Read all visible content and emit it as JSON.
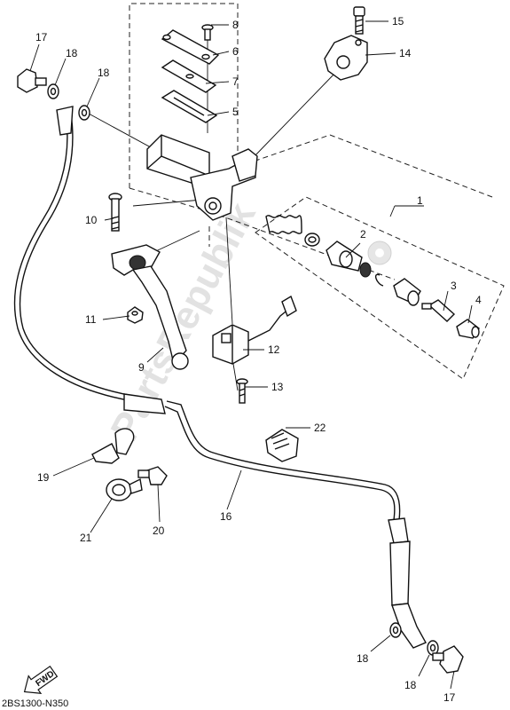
{
  "callouts": {
    "c1": "1",
    "c2": "2",
    "c3": "3",
    "c4": "4",
    "c5": "5",
    "c6": "6",
    "c7": "7",
    "c8": "8",
    "c9": "9",
    "c10": "10",
    "c11": "11",
    "c12": "12",
    "c13": "13",
    "c14": "14",
    "c15": "15",
    "c16": "16",
    "c17a": "17",
    "c17b": "17",
    "c18a": "18",
    "c18b": "18",
    "c18c": "18",
    "c18d": "18",
    "c19": "19",
    "c20": "20",
    "c21": "21",
    "c22": "22"
  },
  "diagram_code": "2BS1300-N350",
  "fwd_label": "FWD",
  "watermark": "PartsRepublik",
  "icons": {
    "fwd": "fwd-arrow-icon",
    "gear": "gear-watermark-icon"
  }
}
